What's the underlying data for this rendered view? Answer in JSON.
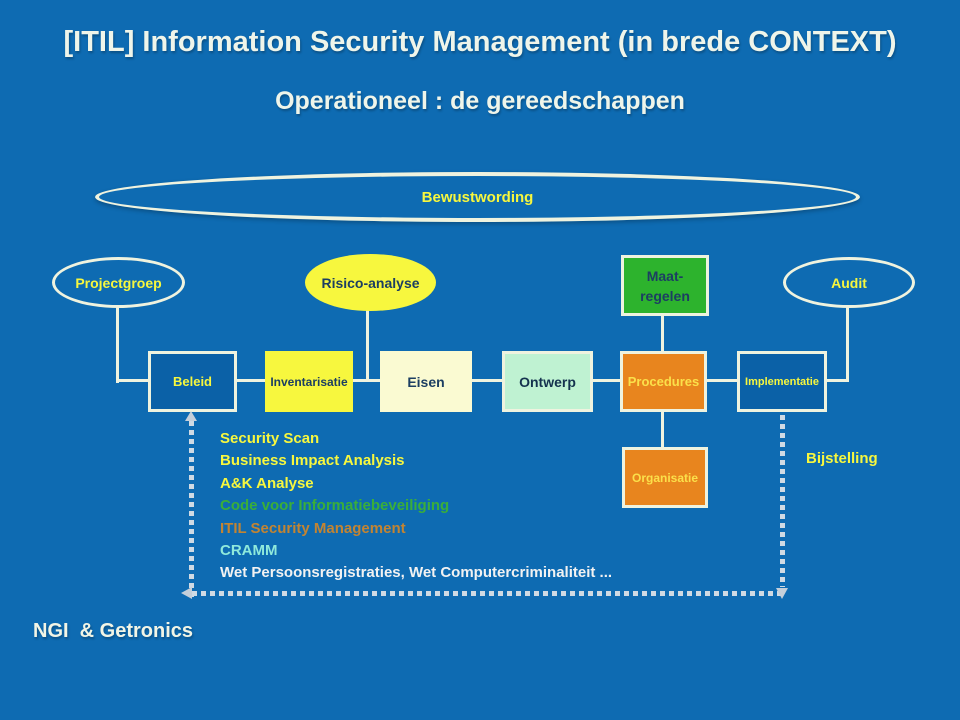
{
  "slide": {
    "title": "[ITIL] Information Security Management (in brede CONTEXT)",
    "subtitle": "Operationeel : de gereedschappen",
    "footer": "NGI  & Getronics"
  },
  "awareness": {
    "label": "Bewustwording"
  },
  "top_nodes": {
    "projectgroep": {
      "label": "Projectgroep",
      "shape": "ellipse-outline"
    },
    "risico_analyse": {
      "label": "Risico-analyse",
      "shape": "ellipse-filled-yellow"
    },
    "maatregelen": {
      "label": "Maat-\nregelen",
      "shape": "rect-green"
    },
    "audit": {
      "label": "Audit",
      "shape": "ellipse-outline"
    }
  },
  "process_row": [
    {
      "label": "Beleid",
      "fill": "blue"
    },
    {
      "label": "Inventarisatie",
      "fill": "yellow"
    },
    {
      "label": "Eisen",
      "fill": "cream"
    },
    {
      "label": "Ontwerp",
      "fill": "mint"
    },
    {
      "label": "Procedures",
      "fill": "orange"
    },
    {
      "label": "Implementatie",
      "fill": "blue"
    }
  ],
  "organisatie": {
    "label": "Organisatie"
  },
  "feedback": {
    "label": "Bijstelling"
  },
  "tools": [
    {
      "label": "Security Scan",
      "color": "#F7F73E"
    },
    {
      "label": "Business Impact Analysis",
      "color": "#F7F73E"
    },
    {
      "label": "A&K Analyse",
      "color": "#F7F73E"
    },
    {
      "label": "Code voor Informatiebeveiliging",
      "color": "#3AAE3A"
    },
    {
      "label": "ITIL Security Management",
      "color": "#C28432"
    },
    {
      "label": "CRAMM",
      "color": "#8FE9DB"
    },
    {
      "label": "Wet Persoonsregistraties, Wet Computercriminaliteit ...",
      "color": "#F2F2F2"
    }
  ],
  "colors": {
    "background": "#0E6BB2",
    "outline_cream": "#EFF3DF",
    "title_text": "#EFF5EA",
    "accent_yellow": "#F7F73E",
    "fill_yellow": "#F7F73E",
    "fill_cream": "#FAFAD2",
    "fill_mint": "#BFF2D2",
    "fill_green": "#2DB32D",
    "fill_orange": "#E8851E",
    "fill_blue_box": "#0B61A7",
    "text_navy": "#1C3E62",
    "dashed_line": "#CFDAE4"
  }
}
